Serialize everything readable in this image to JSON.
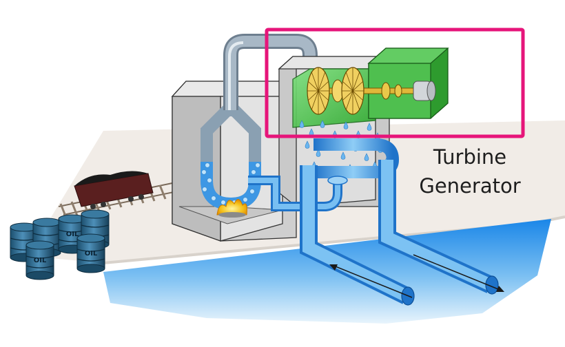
{
  "labels": {
    "line1": "Turbine",
    "line2": "Generator"
  },
  "barrel_marking": "OIL",
  "colors": {
    "highlight": "#e6157a",
    "water": "#2f8fe0",
    "pipe_grey": "#9fb0bf",
    "generator_green": "#3fbf3f",
    "ground": "#f0ebe6"
  }
}
